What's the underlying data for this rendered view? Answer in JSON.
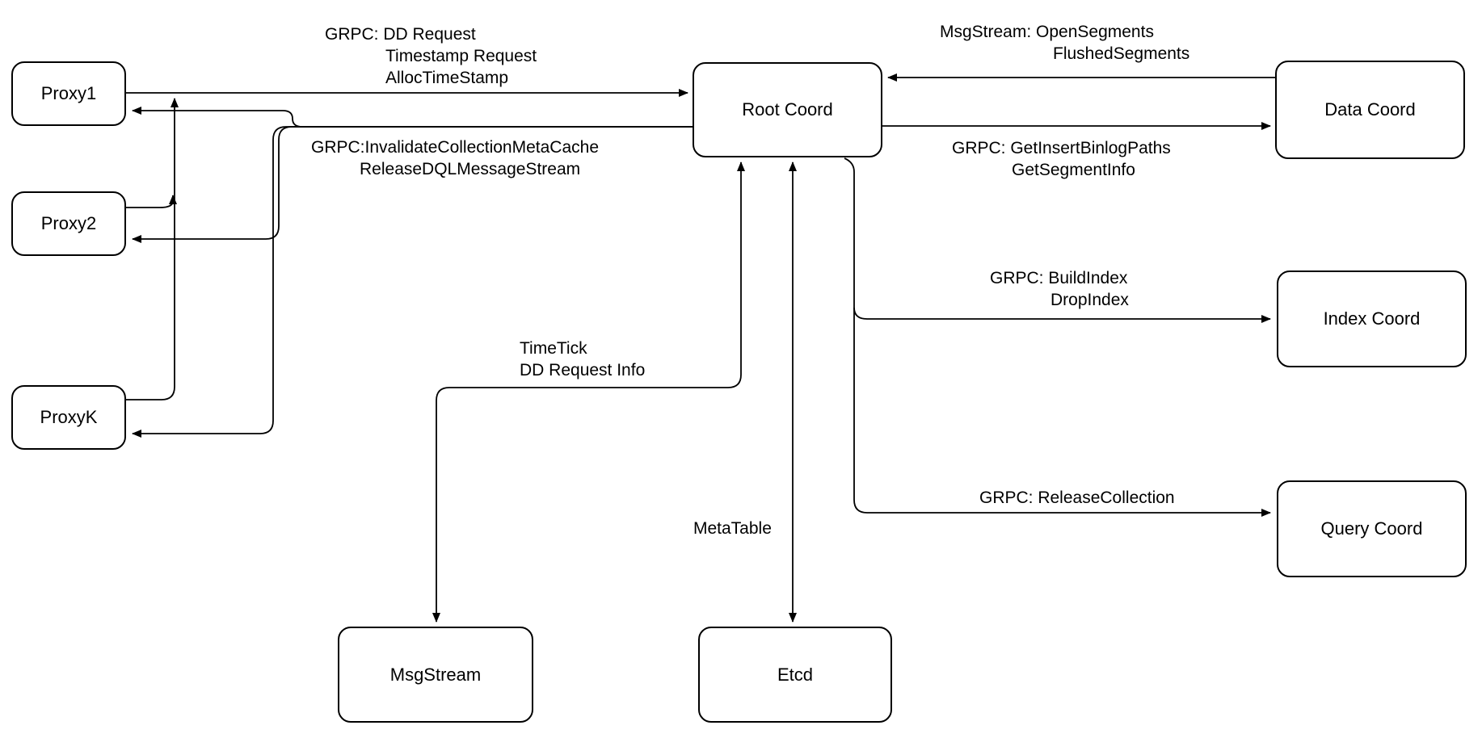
{
  "colors": {
    "stroke": "#000000",
    "background": "#ffffff",
    "text": "#000000"
  },
  "nodes": {
    "proxy1": {
      "label": "Proxy1"
    },
    "proxy2": {
      "label": "Proxy2"
    },
    "proxyk": {
      "label": "ProxyK"
    },
    "root_coord": {
      "label": "Root Coord"
    },
    "data_coord": {
      "label": "Data Coord"
    },
    "index_coord": {
      "label": "Index Coord"
    },
    "query_coord": {
      "label": "Query Coord"
    },
    "msgstream": {
      "label": "MsgStream"
    },
    "etcd": {
      "label": "Etcd"
    }
  },
  "edge_labels": {
    "dd_request": {
      "lines": [
        "GRPC: DD Request",
        "Timestamp Request",
        "AllocTimeStamp"
      ]
    },
    "invalidate": {
      "lines": [
        "GRPC:InvalidateCollectionMetaCache",
        "ReleaseDQLMessageStream"
      ]
    },
    "open_segments": {
      "lines": [
        "MsgStream: OpenSegments",
        "FlushedSegments"
      ]
    },
    "get_insert": {
      "lines": [
        "GRPC: GetInsertBinlogPaths",
        "GetSegmentInfo"
      ]
    },
    "build_index": {
      "lines": [
        "GRPC: BuildIndex",
        "DropIndex"
      ]
    },
    "release_collection": {
      "lines": [
        "GRPC: ReleaseCollection"
      ]
    },
    "time_tick": {
      "lines": [
        "TimeTick",
        "DD Request Info"
      ]
    },
    "meta_table": {
      "lines": [
        "MetaTable"
      ]
    }
  }
}
